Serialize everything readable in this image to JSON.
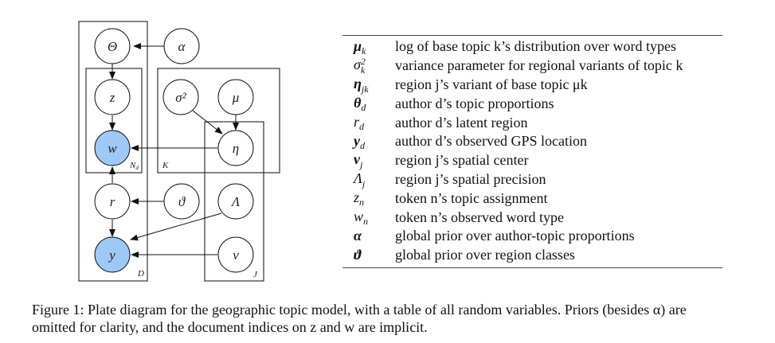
{
  "diagram": {
    "nodes": {
      "theta": "Θ",
      "alpha": "α",
      "z": "z",
      "w": "w",
      "r": "r",
      "y": "y",
      "vartheta": "ϑ",
      "sigma2": "σ²",
      "mu": "μ",
      "eta": "η",
      "Lambda": "Λ",
      "nu": "ν"
    },
    "observed_fill": "#9ec9f5",
    "plates": {
      "N_d": "N",
      "N_d_sub": "d",
      "K": "K",
      "D": "D",
      "J": "J"
    }
  },
  "table": {
    "rows": [
      {
        "symbol": "μ",
        "sub": "k",
        "sup": "",
        "bold": true,
        "desc": "log of base topic k’s distribution over word types"
      },
      {
        "symbol": "σ",
        "sub": "k",
        "sup": "2",
        "bold": false,
        "desc": "variance parameter for regional variants of topic k"
      },
      {
        "symbol": "η",
        "sub": "jk",
        "sup": "",
        "bold": true,
        "desc": "region j’s variant of base topic μk"
      },
      {
        "symbol": "θ",
        "sub": "d",
        "sup": "",
        "bold": true,
        "desc": "author d’s topic proportions"
      },
      {
        "symbol": "r",
        "sub": "d",
        "sup": "",
        "bold": false,
        "desc": "author d’s latent region"
      },
      {
        "symbol": "y",
        "sub": "d",
        "sup": "",
        "bold": true,
        "desc": "author d’s observed GPS location"
      },
      {
        "symbol": "ν",
        "sub": "j",
        "sup": "",
        "bold": true,
        "desc": "region j’s spatial center"
      },
      {
        "symbol": "Λ",
        "sub": "j",
        "sup": "",
        "bold": false,
        "desc": "region j’s spatial precision"
      },
      {
        "symbol": "z",
        "sub": "n",
        "sup": "",
        "bold": false,
        "desc": "token n’s topic assignment"
      },
      {
        "symbol": "w",
        "sub": "n",
        "sup": "",
        "bold": false,
        "desc": "token n’s observed word type"
      },
      {
        "symbol": "α",
        "sub": "",
        "sup": "",
        "bold": true,
        "desc": "global prior over author-topic proportions"
      },
      {
        "symbol": "ϑ",
        "sub": "",
        "sup": "",
        "bold": true,
        "desc": "global prior over region classes"
      }
    ]
  },
  "caption": {
    "line1": "Figure 1: Plate diagram for the geographic topic model, with a table of all random variables. Priors (besides α) are",
    "line2": "omitted for clarity, and the document indices on z and w are implicit."
  }
}
